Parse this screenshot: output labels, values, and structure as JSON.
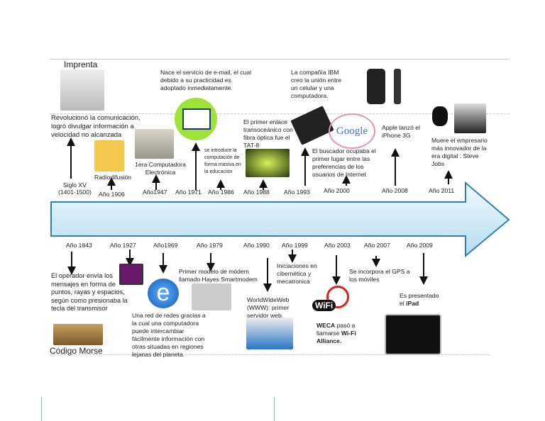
{
  "title": "Imprenta",
  "top_events": [
    {
      "year": "Siglo XV",
      "year2": "(1401-1500)",
      "text": "Revolucionó la comunicación, logró divulgar información a velocidad no alcanzada"
    },
    {
      "year": "Año 1906",
      "text": "Radiodifusión"
    },
    {
      "year": "Año1947",
      "text": "1era Computadora Electrónica"
    },
    {
      "year": "Año 1971",
      "text": "Nace el servicio de e-mail, el cual debido a su practicidad es adoptado inmediatamente."
    },
    {
      "year": "Año 1986",
      "text": "se introduce la computación de forma masiva en la educación"
    },
    {
      "year": "Año 1988",
      "text": "El primer enlace transoceánico con fibra óptica fue el TAT-8"
    },
    {
      "year": "Año 1993",
      "text": "La compañía IBM creo la unión entre un celular y una computadora."
    },
    {
      "year": "Año 2000",
      "text": "El buscador ocupaba el primer lugar entre las preferencias de los usuarios de Internet",
      "logo": "Google"
    },
    {
      "year": "Año 2008",
      "text": "Apple lanzó el iPhone 3G"
    },
    {
      "year": "Año 2011",
      "text": "Muere el empresario más innovador de la era digital : Steve  Jobs"
    }
  ],
  "bottom_events": [
    {
      "year": "Año 1843",
      "text": "El operador envía los mensajes en forma de puntos, rayas y espacios, según como presionaba la tecla del transmisor",
      "caption": "Código Morse"
    },
    {
      "year": "Año 1927",
      "text": ""
    },
    {
      "year": "Año1969",
      "text": "Una red de redes gracias a la cual una computadora puede intercambiar fácilmente información con otras situadas en regiones lejanas del planeta."
    },
    {
      "year": "Año 1979",
      "text": "Primer modelo de módem llamado Hayes Smartmodem"
    },
    {
      "year": "Año 1990",
      "text": "WorldWideWeb (WWW): primer servidor web."
    },
    {
      "year": "Año 1999",
      "text": "Iniciaciones en cibernética y mecatronica"
    },
    {
      "year": "Año 2003",
      "text_b1": "WECA",
      "text_m": " pasó a llamarse ",
      "text_b2": "Wi-Fi Alliance.",
      "logo": "WiFi"
    },
    {
      "year": "Año 2007",
      "text": "Se incorpora el GPS a los móviles"
    },
    {
      "year": "Año 2009",
      "text": "Es presentado el ",
      "text_b": "iPad"
    }
  ],
  "colors": {
    "arrow_stroke": "#2e7fc0",
    "arrow_fill_top": "#eaf6fc",
    "arrow_fill_bottom": "#b9def0"
  }
}
